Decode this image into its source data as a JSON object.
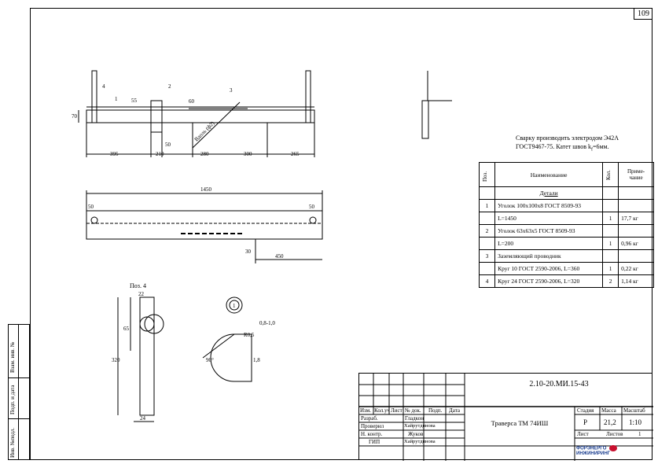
{
  "sheet_number": "109",
  "sidebar_labels": [
    "Инв. №подл.",
    "Подп. и дата",
    "Взам. инв. №"
  ],
  "welding_note": {
    "line1": "Сварку производить электродом Э42А",
    "line2": "ГОСТ9467-75. Катет швов k",
    "subscript": "f",
    "line2_end": "=6мм."
  },
  "spec_table": {
    "headers": {
      "pos": "Поз.",
      "name": "Наименование",
      "qty": "Кол.",
      "note": "Приме-чание"
    },
    "section": "Детали",
    "rows": [
      {
        "pos": "1",
        "name": "Уголок 100х100х8 ГОСТ 8509-93",
        "qty": "",
        "note": ""
      },
      {
        "pos": "",
        "name": "L=1450",
        "qty": "1",
        "note": "17,7 кг"
      },
      {
        "pos": "2",
        "name": "Уголок 63х63х5 ГОСТ 8509-93",
        "qty": "",
        "note": ""
      },
      {
        "pos": "",
        "name": "L=200",
        "qty": "1",
        "note": "0,96 кг"
      },
      {
        "pos": "3",
        "name": "Заземляющий проводник",
        "qty": "",
        "note": ""
      },
      {
        "pos": "",
        "name": "Круг 10 ГОСТ 2590-2006, L=360",
        "qty": "1",
        "note": "0,22 кг"
      },
      {
        "pos": "4",
        "name": "Круг 24 ГОСТ 2590-2006, L=320",
        "qty": "2",
        "note": "1,14 кг"
      }
    ]
  },
  "stamp": {
    "code": "2.10-20.МИ.15-43",
    "title": "Траверса ТМ 74ИШ",
    "col_headers": [
      "Изм.",
      "Кол.уч",
      "Лист",
      "№ док.",
      "Подп.",
      "Дата"
    ],
    "people": [
      {
        "role": "Разраб.",
        "name": "Гладкон"
      },
      {
        "role": "Проверил",
        "name": "Хайрутдинова"
      },
      {
        "role": "Н. контр.",
        "name": "Жуков"
      },
      {
        "role": "ГИП",
        "name": "Хайрутдинова"
      }
    ],
    "stage_label": "Стадия",
    "mass_label": "Масса",
    "scale_label": "Масштаб",
    "stage": "Р",
    "mass": "21,2",
    "scale": "1:10",
    "sheet_label": "Лист",
    "sheets_label": "Листов",
    "sheets": "1",
    "company_left": "ФОРЭНЕРГО",
    "company_right": "ИНЖИНИРИНГ"
  },
  "drawing_labels": {
    "front_dims": [
      "395",
      "210",
      "280",
      "300",
      "265"
    ],
    "front_small": [
      "70",
      "55",
      "60",
      "50"
    ],
    "front_rope": "Вдоль (ф2)",
    "plan_dims": [
      "1450",
      "50",
      "50",
      "30",
      "450"
    ],
    "pos4_title": "Поз. 4",
    "pos4_dims": [
      "22",
      "65",
      "320",
      "24"
    ],
    "detail_dims": [
      "0,8-1,0",
      "R0,5",
      "1,8",
      "90°"
    ],
    "detail_mark": "1",
    "callouts": [
      "1",
      "2",
      "3",
      "4"
    ]
  }
}
